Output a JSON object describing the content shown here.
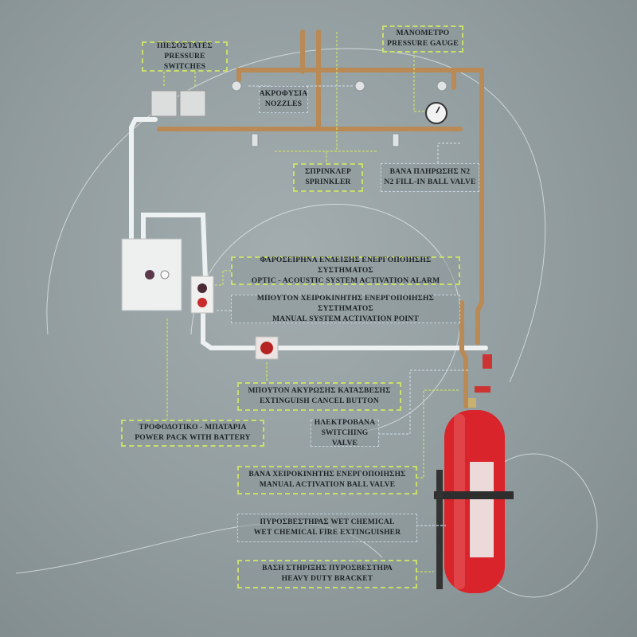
{
  "labels": {
    "pressure_switches": {
      "gr": "ΠΙΕΣΟΣΤΑΤΕΣ",
      "en": "PRESSURE SWITCHES"
    },
    "pressure_gauge": {
      "gr": "ΜΑΝΟΜΕΤΡΟ",
      "en": "PRESSURE GAUGE"
    },
    "nozzles": {
      "gr": "ΑΚΡΟΦΥΣΙΑ",
      "en": "NOZZLES"
    },
    "sprinkler": {
      "gr": "ΣΠΡΙΝΚΛΕΡ",
      "en": "SPRINKLER"
    },
    "fill_in_valve": {
      "gr": "ΒΑΝΑ ΠΛΗΡΩΣΗΣ N2",
      "en": "N2 FILL-IN BALL VALVE"
    },
    "alarm": {
      "gr": "ΦΑΡΟΣΕΙΡΗΝΑ ΕΝΔΕΙΞΗΣ ΕΝΕΡΓΟΠΟΙΗΣΗΣ ΣΥΣΤΗΜΑΤΟΣ",
      "en": "OPTIC - ACOUSTIC SYSTEM ACTIVATION ALARM"
    },
    "manual_point": {
      "gr": "ΜΠΟΥΤΟΝ ΧΕΙΡΟΚΙΝΗΤΗΣ ΕΝΕΡΓΟΠΟΙΗΣΗΣ ΣΥΣΤΗΜΑΤΟΣ",
      "en": "MANUAL SYSTEM ACTIVATION POINT"
    },
    "cancel_button": {
      "gr": "ΜΠΟΥΤΟΝ ΑΚΥΡΩΣΗΣ ΚΑΤΑΣΒΕΣΗΣ",
      "en": "EXTINGUISH CANCEL BUTTON"
    },
    "power_pack": {
      "gr": "ΤΡΟΦΟΔΟΤΙΚΟ - ΜΠΑΤΑΡΙΑ",
      "en": "POWER PACK WITH BATTERY"
    },
    "switching_valve": {
      "gr": "ΗΛΕΚΤΡΟΒΑΝΑ",
      "en": "SWITCHING VALVE"
    },
    "manual_ball_valve": {
      "gr": "ΒΑΝΑ ΧΕΙΡΟΚΙΝΗΤΗΣ ΕΝΕΡΓΟΠΟΙΗΣΗΣ",
      "en": "MANUAL ACTIVATION BALL VALVE"
    },
    "extinguisher": {
      "gr": "ΠΥΡΟΣΒΕΣΤΗΡΑΣ WET CHEMICAL",
      "en": "WET CHEMICAL FIRE EXTINGUISHER"
    },
    "bracket": {
      "gr": "ΒΑΣΗ ΣΤΗΡΙΞΗΣ ΠΥΡΟΣΒΕΣΤΗΡΑ",
      "en": "HEAVY DUTY BRACKET"
    }
  },
  "colors": {
    "copper": "#b98a55",
    "extinguisher": "#d8242a",
    "callout_green": "#c9df6c",
    "callout_blue": "#c4d3dc"
  }
}
